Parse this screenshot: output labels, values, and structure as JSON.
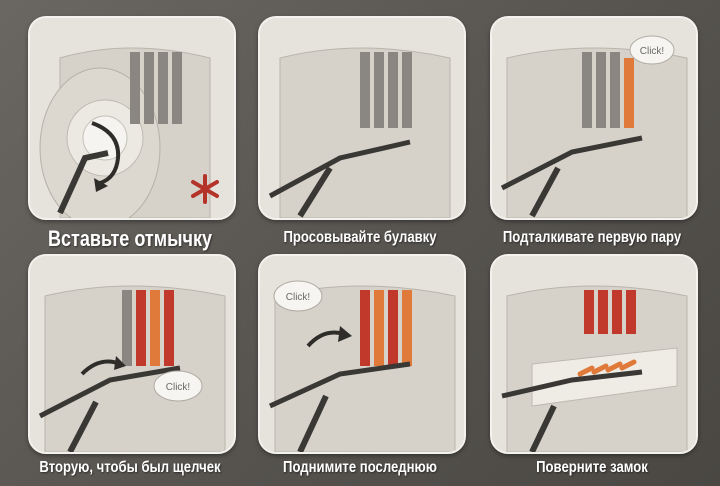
{
  "steps": [
    {
      "caption": "Вставьте отмычку"
    },
    {
      "caption": "Просовывайте булавку"
    },
    {
      "caption": "Подталкивате  первую пару"
    },
    {
      "caption": "Вторую, чтобы был щелчек"
    },
    {
      "caption": "Поднимите последнюю"
    },
    {
      "caption": "Поверните замок"
    }
  ],
  "bubbles": {
    "step3": "Click!",
    "step4": "Click!",
    "step5": "Click!"
  },
  "colors": {
    "panel_bg": "#e6e3dc",
    "pin_grey": "#8a8782",
    "pin_red": "#c0392b",
    "pin_orange": "#e07a3a",
    "accent_star": "#b4342a"
  }
}
